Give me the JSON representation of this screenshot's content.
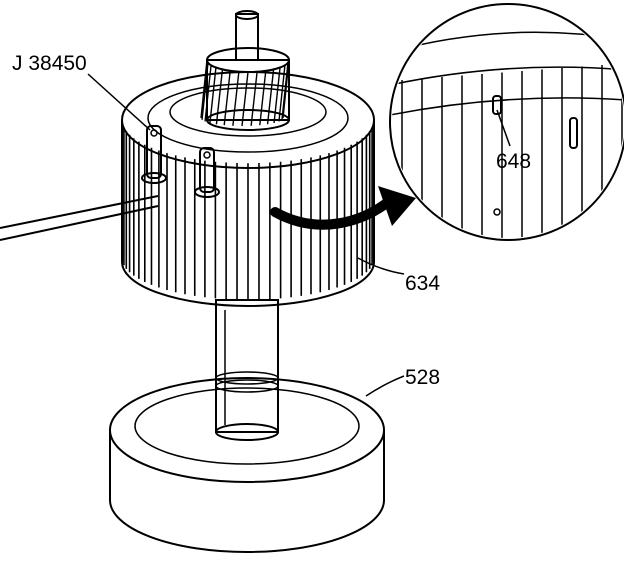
{
  "labels": {
    "tool": "J 38450",
    "detail_part": "648",
    "drum": "634",
    "base": "528"
  },
  "colors": {
    "ink": "#000000",
    "paper": "#ffffff"
  }
}
